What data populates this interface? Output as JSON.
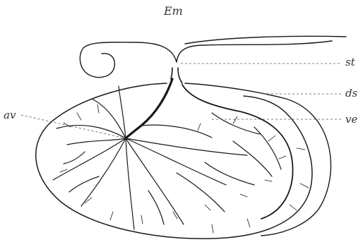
{
  "labels": {
    "em": "Em",
    "st": "st",
    "ds": "ds",
    "ve": "ve",
    "av": "av"
  },
  "colors": {
    "ink": "#1a1a1a",
    "leader": "#555555",
    "background": "#ffffff"
  }
}
